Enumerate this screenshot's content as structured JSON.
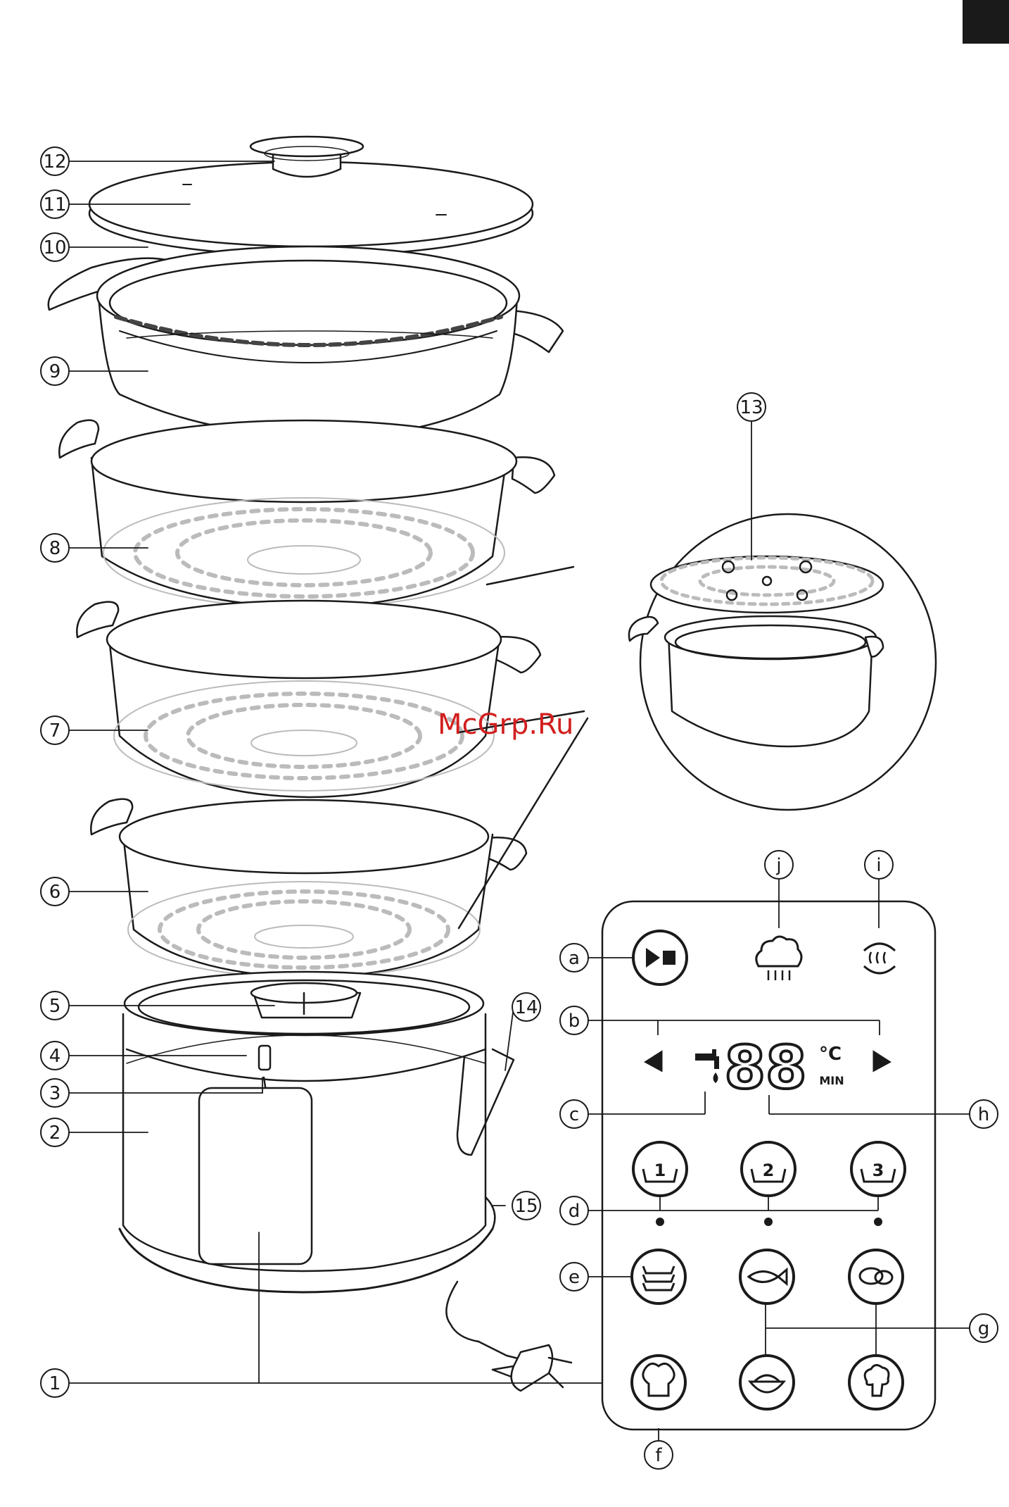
{
  "diagram": {
    "watermark": "McGrp.Ru",
    "callouts": {
      "n1": "1",
      "n2": "2",
      "n3": "3",
      "n4": "4",
      "n5": "5",
      "n6": "6",
      "n7": "7",
      "n8": "8",
      "n9": "9",
      "n10": "10",
      "n11": "11",
      "n12": "12",
      "n13": "13",
      "n14": "14",
      "n15": "15"
    },
    "panel_callouts": {
      "a": "a",
      "b": "b",
      "c": "c",
      "d": "d",
      "e": "e",
      "f": "f",
      "g": "g",
      "h": "h",
      "i": "i",
      "j": "j"
    },
    "display": {
      "digits": "88",
      "unit_temp": "°C",
      "unit_time": "MIN"
    },
    "basket_buttons": {
      "b1": "1",
      "b2": "2",
      "b3": "3"
    }
  }
}
